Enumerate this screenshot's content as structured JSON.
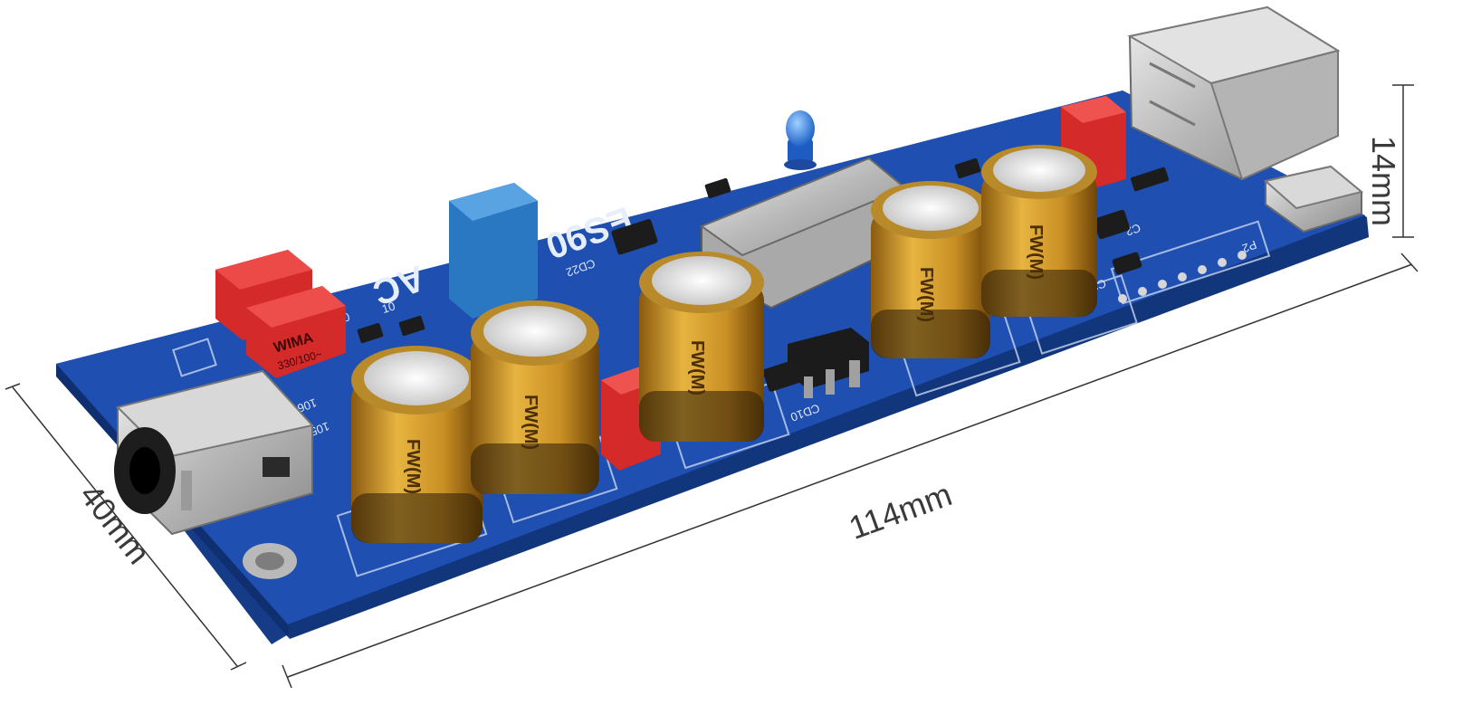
{
  "dimensions": {
    "width_label": "114mm",
    "depth_label": "40mm",
    "height_label": "14mm"
  },
  "board": {
    "chip_marking": "ES90",
    "dac_marking": "AC",
    "colors": {
      "pcb": "#1f4fb0",
      "pcb_edge": "#163c88",
      "capacitor": "#d9a52e",
      "film_cap": "#e2302f",
      "blue_cap": "#2f7fc7",
      "metal": "#c9c9c9",
      "led": "#2b79e6"
    }
  },
  "components": {
    "wima_brand": "WIMA",
    "wima_value": "330/100~",
    "electrolytic_marking": "FW(M)",
    "silkscreen": [
      "CD22",
      "CD10",
      "P2",
      "C2",
      "C22",
      "106",
      "105",
      "10",
      "10"
    ]
  }
}
